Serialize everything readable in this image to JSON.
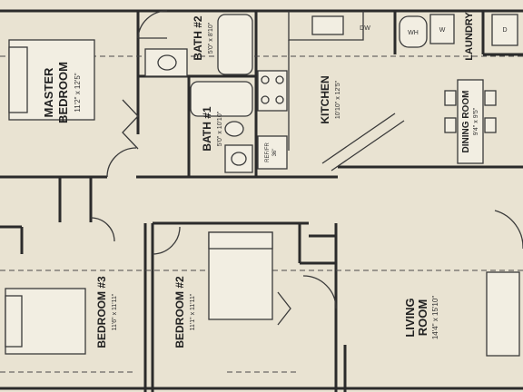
{
  "rooms": {
    "master_bedroom": {
      "name_line1": "MASTER",
      "name_line2": "BEDROOM",
      "size": "11'2\" x 12'5\""
    },
    "bath_2": {
      "name": "BATH #2",
      "size": "5'0\" x 8'10\""
    },
    "bath_1": {
      "name": "BATH #1",
      "size": "5'0\" x 10'10\""
    },
    "kitchen": {
      "name": "KITCHEN",
      "size": "10'10\" x 12'5\""
    },
    "laundry": {
      "name": "LAUNDRY"
    },
    "dining_room": {
      "name": "DINING ROOM",
      "size": "9'4\" x 9'5\""
    },
    "bedroom_3": {
      "name": "BEDROOM #3",
      "size": "11'6\" x 11'11\""
    },
    "bedroom_2": {
      "name": "BEDROOM #2",
      "size": "11'1\" x 11'11\""
    },
    "living_room": {
      "name_line1": "LIVING",
      "name_line2": "ROOM",
      "size": "14'4\" x 15'10\""
    }
  },
  "appliances": {
    "refrigerator": {
      "label": "REF/FR",
      "size": "36\""
    },
    "dishwasher": "DW",
    "water_heater": "WH",
    "washer": "W",
    "dryer": "D"
  }
}
